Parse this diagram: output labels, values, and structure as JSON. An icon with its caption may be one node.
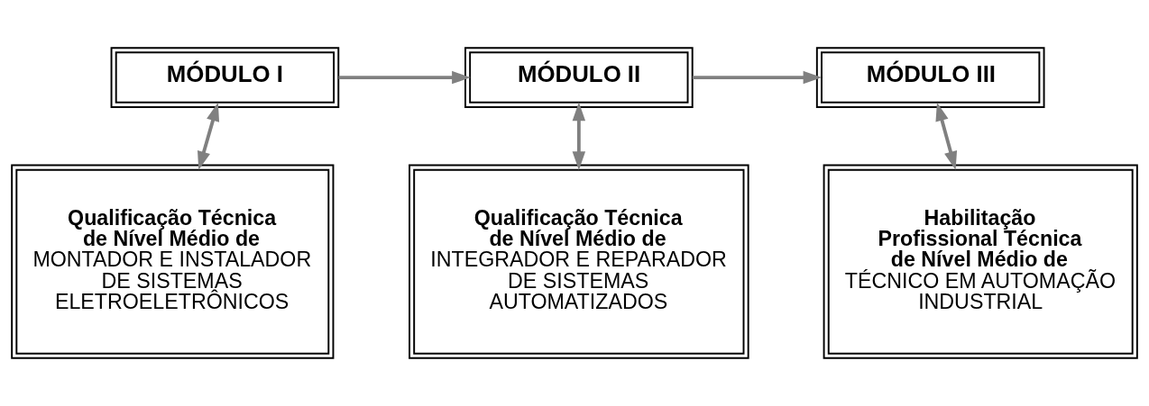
{
  "diagram": {
    "nodes": [
      {
        "text": [
          "MÓDULO I"
        ]
      },
      {
        "text": [
          "MÓDULO II"
        ]
      },
      {
        "text": [
          "MÓDULO III"
        ]
      },
      {
        "text": [
          "Qualificação Técnica de Nível Médio de",
          "MONTADOR E INSTALADOR DE SISTEMAS ELETROELETRÔNICOS"
        ]
      },
      {
        "text": [
          "Qualificação Técnica de Nível Médio de",
          "INTEGRADOR E REPARADOR DE SISTEMAS AUTOMATIZADOS"
        ]
      },
      {
        "text": [
          "Habilitação Profissional Técnica de Nível Médio de",
          "TÉCNICO EM AUTOMAÇÃO INDUSTRIAL"
        ]
      }
    ],
    "edges": [
      {
        "from": 0,
        "to": 1,
        "arrow": "to"
      },
      {
        "from": 1,
        "to": 2,
        "arrow": "to"
      },
      {
        "from": 0,
        "to": 3,
        "arrow": "both"
      },
      {
        "from": 1,
        "to": 4,
        "arrow": "both"
      },
      {
        "from": 2,
        "to": 5,
        "arrow": "both"
      }
    ]
  }
}
